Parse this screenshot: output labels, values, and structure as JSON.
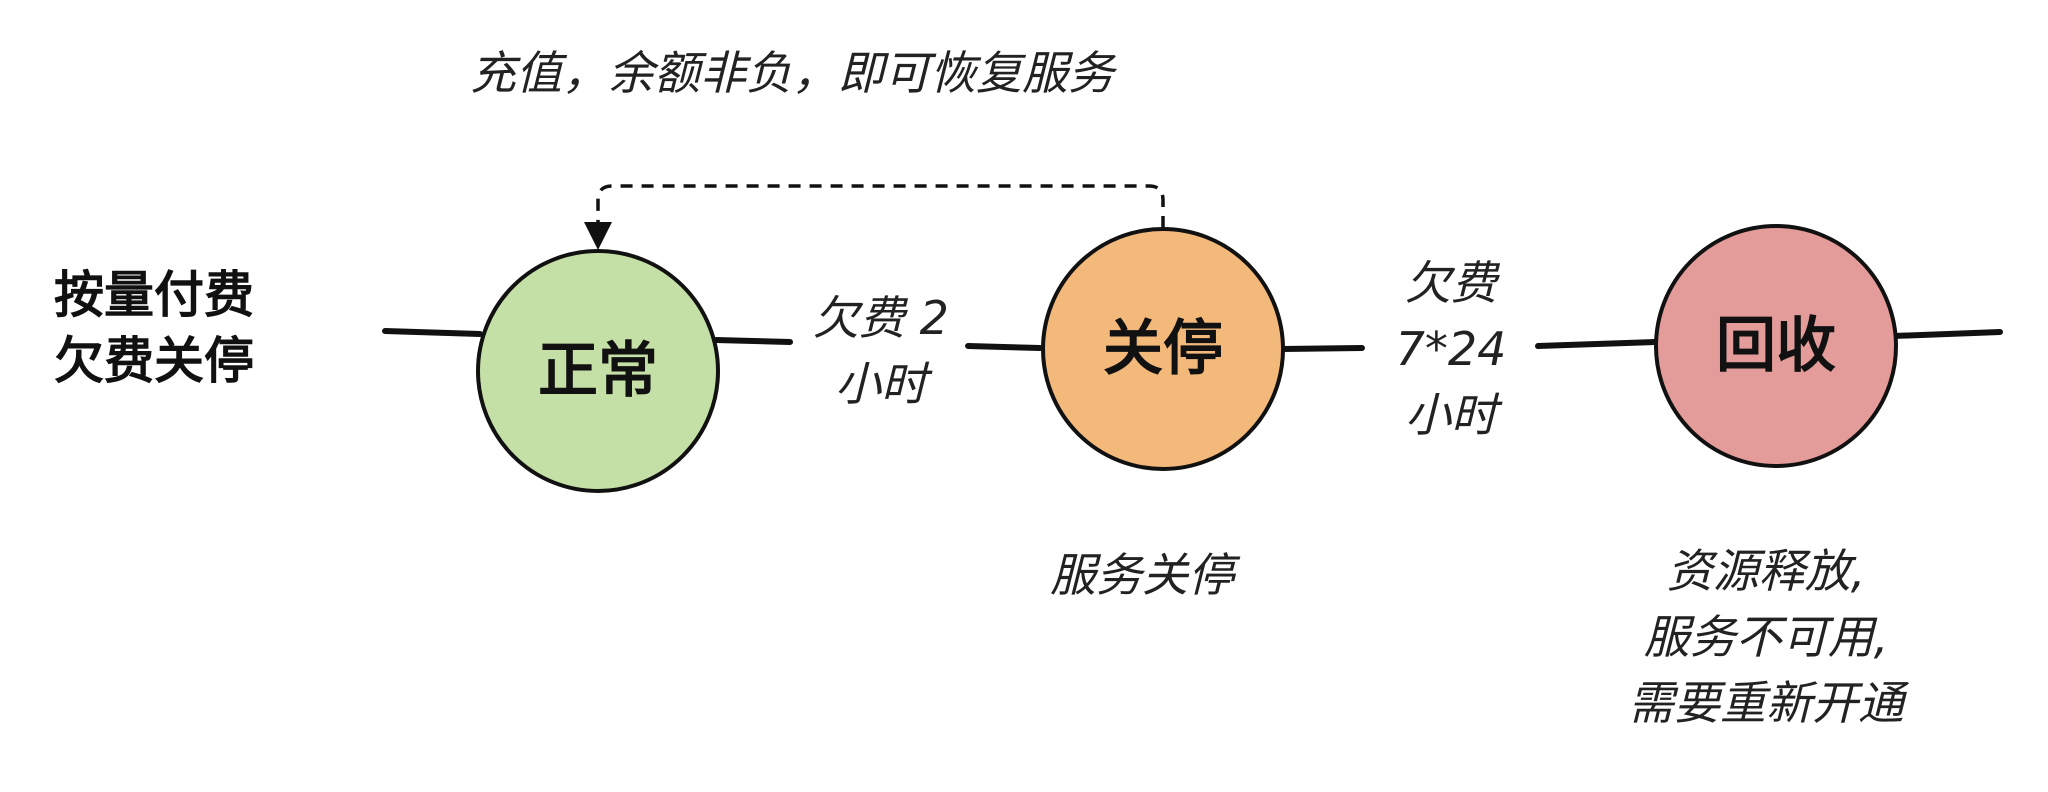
{
  "policy_label": {
    "line1": "按量付费",
    "line2": "欠费关停"
  },
  "recovery_note": "充值，余额非负，即可恢复服务",
  "states": {
    "normal": {
      "label": "正常",
      "fill": "#c5e0a6"
    },
    "stopped": {
      "label": "关停",
      "fill": "#f3b97b"
    },
    "reclaimed": {
      "label": "回收",
      "fill": "#e39c99"
    }
  },
  "transitions": {
    "to_stopped": {
      "line1": "欠费 2",
      "line2": "小时"
    },
    "to_reclaimed": {
      "line1": "欠费",
      "line2": "7*24",
      "line3": "小时"
    }
  },
  "state_notes": {
    "stopped": "服务关停",
    "reclaimed": {
      "line1": "资源释放,",
      "line2": "服务不可用,",
      "line3": "需要重新开通"
    }
  },
  "colors": {
    "line": "#111111",
    "text": "#222222"
  }
}
